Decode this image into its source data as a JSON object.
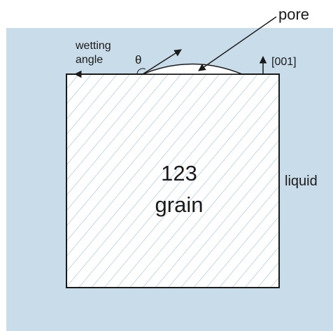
{
  "labels": {
    "pore": "pore",
    "wetting_angle_line1": "wetting",
    "wetting_angle_line2": "angle",
    "theta": "θ",
    "direction": "[001]",
    "liquid": "liquid",
    "grain_line1": "123",
    "grain_line2": "grain"
  },
  "colors": {
    "liquid_background": "#c9dce9",
    "grain_fill": "#ffffff",
    "hatch": "#a9c8dc",
    "outline": "#1a1a1a"
  }
}
